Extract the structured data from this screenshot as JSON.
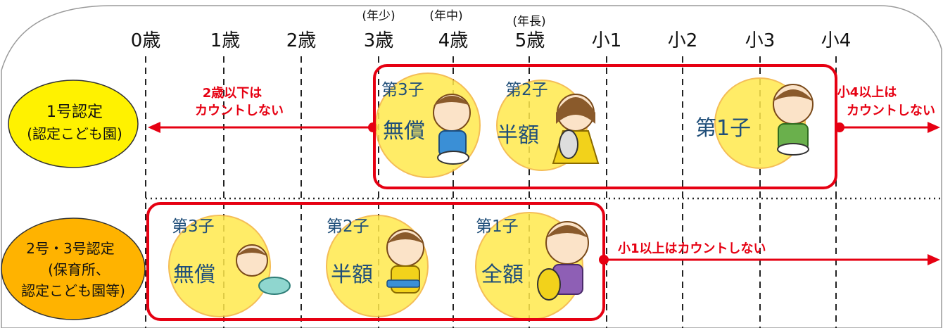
{
  "header": {
    "age_labels": [
      "0歳",
      "1歳",
      "2歳",
      "3歳",
      "4歳",
      "5歳",
      "小1",
      "小2",
      "小3",
      "小4"
    ],
    "class_labels": [
      "(年少)",
      "(年中)",
      "(年長)"
    ]
  },
  "group1": {
    "label_line1": "1号認定",
    "label_line2": "(認定こども園)",
    "note_left_line1": "2歳以下は",
    "note_left_line2": "カウントしない",
    "note_right_line1": "小4以上は",
    "note_right_line2": "カウントしない",
    "children": [
      {
        "order": "第3子",
        "fee": "無償"
      },
      {
        "order": "第2子",
        "fee": "半額"
      },
      {
        "order": "第1子",
        "fee": ""
      }
    ],
    "first_child_label": "第1子"
  },
  "group2": {
    "label_line1": "2号・3号認定",
    "label_line2": "(保育所、",
    "label_line3": "認定こども園等)",
    "note_right": "小1以上はカウントしない",
    "children": [
      {
        "order": "第3子",
        "fee": "無償"
      },
      {
        "order": "第2子",
        "fee": "半額"
      },
      {
        "order": "第1子",
        "fee": "全額"
      }
    ]
  },
  "colors": {
    "accent_red": "#e60012",
    "circle_yellow": "#ffe94d",
    "label1_fill": "#fff200",
    "label2_fill": "#ffb300",
    "order_text_blue": "#1f4e79"
  }
}
